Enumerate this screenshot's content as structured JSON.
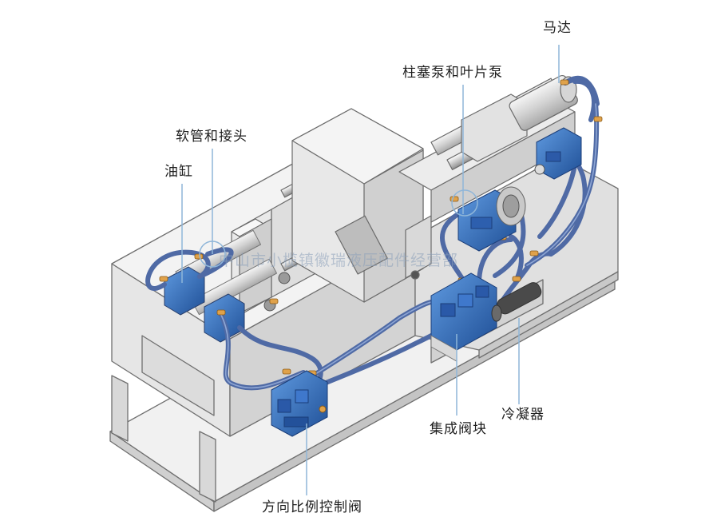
{
  "labels": {
    "motor": "马达",
    "pumps": "柱塞泵和叶片泵",
    "hoses": "软管和接头",
    "cylinder": "油缸",
    "manifold": "集成阀块",
    "cooler": "冷凝器",
    "prop_valve": "方向比例控制阀"
  },
  "watermark": "中山市小榄镇徽瑞液压配件经营部",
  "colors": {
    "hose": "#4f6aa5",
    "hose_light": "#8ea6d4",
    "valve": "#3b78c8",
    "valve_dark": "#23519a",
    "fitting": "#e0a24a",
    "machine_light": "#ebebeb",
    "machine_mid": "#d6d6d6",
    "machine_dark": "#bdbdbd",
    "outline": "#707070",
    "leader": "#8fb6d9"
  }
}
